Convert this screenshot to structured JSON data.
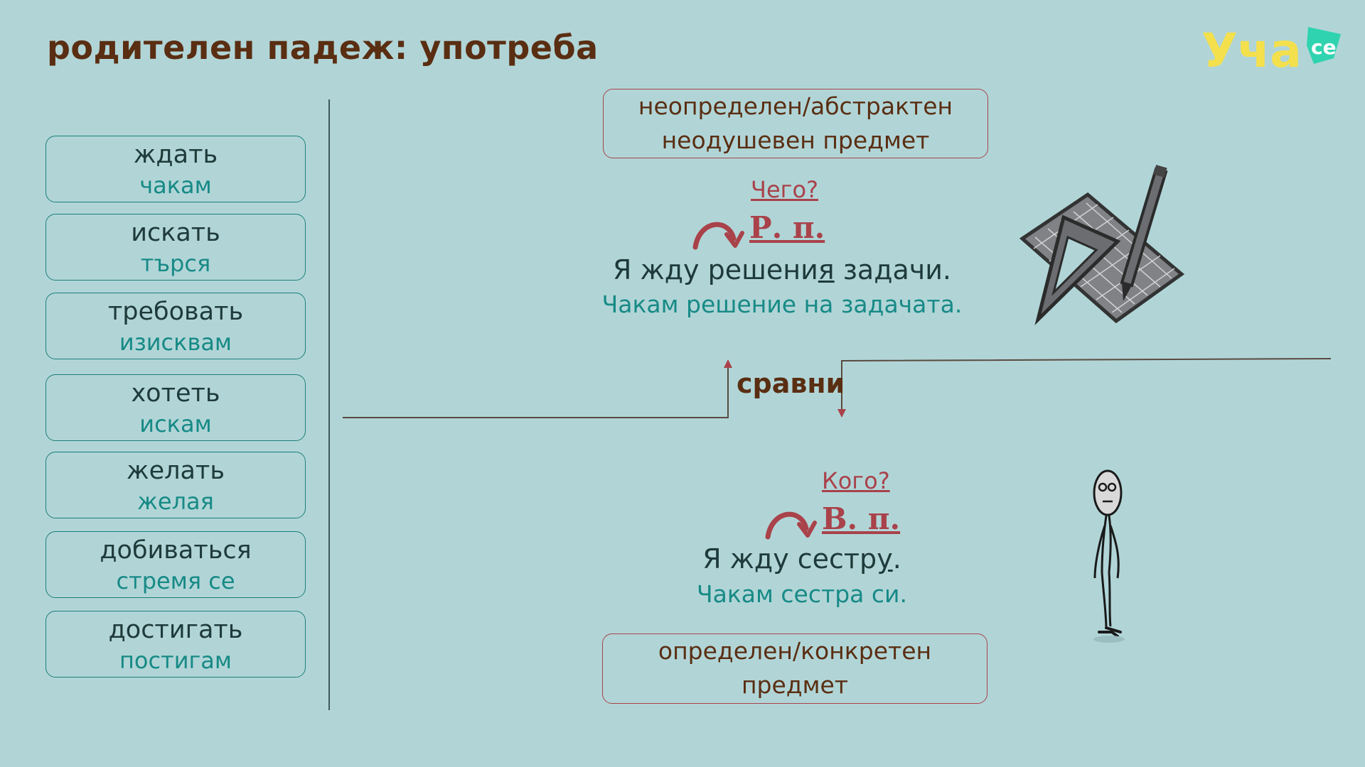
{
  "title": "родителен падеж: употреба",
  "logo": {
    "text": "Уча",
    "badge": "се",
    "colors": {
      "text": "#f4e04d",
      "badge": "#2fd3b0"
    }
  },
  "verbs": [
    {
      "ru": "ждать",
      "bg": "чакам"
    },
    {
      "ru": "искать",
      "bg": "търся"
    },
    {
      "ru": "требовать",
      "bg": "изисквам"
    },
    {
      "ru": "хотеть",
      "bg": "искам"
    },
    {
      "ru": "желать",
      "bg": "желая"
    },
    {
      "ru": "добиваться",
      "bg": "стремя се"
    },
    {
      "ru": "достигать",
      "bg": "постигам"
    }
  ],
  "genitive": {
    "box_line1": "неопределен/абстрактен",
    "box_line2": "неодушевен предмет",
    "question": "Чего?",
    "case_label": "Р. п.",
    "sentence_before": "Я жду решени",
    "sentence_ending": "я",
    "sentence_after": " задачи.",
    "translation": "Чакам решение на задачата.",
    "icon": "ruler-pencil-icon"
  },
  "compare_label": "сравни",
  "accusative": {
    "question": "Кого?",
    "case_label": "В. п.",
    "sentence_before": "Я жду сестр",
    "sentence_ending": "у",
    "sentence_after": ".",
    "translation": "Чакам сестра си.",
    "box_line1": "определен/конкретен",
    "box_line2": "предмет",
    "icon": "stick-figure-icon"
  },
  "colors": {
    "background": "#b1d5d7",
    "title": "#5a2e12",
    "accent_red": "#a9424a",
    "teal": "#178a86"
  }
}
